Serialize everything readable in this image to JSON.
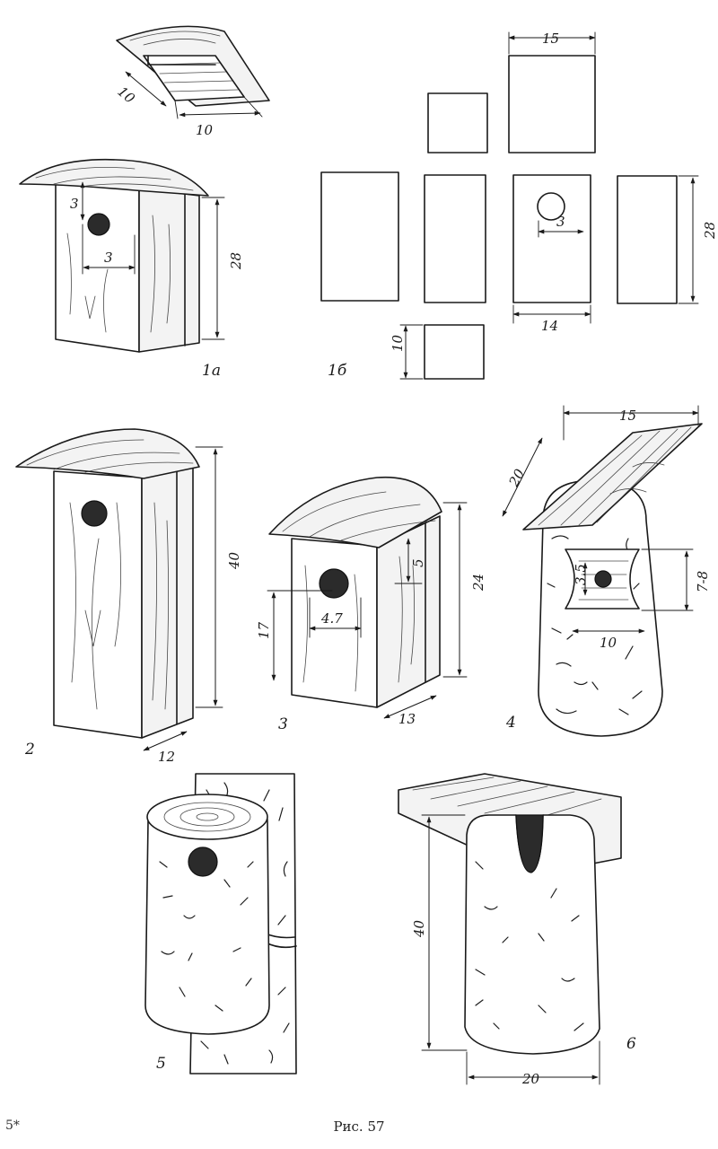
{
  "figure": {
    "caption": "Рис. 57",
    "page_number": "5*"
  },
  "views": {
    "lid": {
      "dims": [
        "10",
        "10"
      ]
    },
    "box_1a": {
      "label": "1а",
      "dims": [
        "3",
        "3",
        "28"
      ]
    },
    "pattern_1b": {
      "label": "1б",
      "dims": [
        "15",
        "3",
        "28",
        "14",
        "10"
      ]
    },
    "box_2": {
      "label": "2",
      "dims": [
        "40",
        "12"
      ]
    },
    "box_3": {
      "label": "3",
      "dims": [
        "5",
        "24",
        "17",
        "4.7",
        "13"
      ]
    },
    "log_4": {
      "label": "4",
      "dims": [
        "15",
        "20",
        "3.5",
        "7-8",
        "10"
      ]
    },
    "log_5": {
      "label": "5"
    },
    "log_6": {
      "label": "6",
      "dims": [
        "40",
        "20"
      ]
    }
  },
  "icons": [
    "arrowhead",
    "entrance-hole",
    "wood-grain",
    "bark-texture"
  ]
}
